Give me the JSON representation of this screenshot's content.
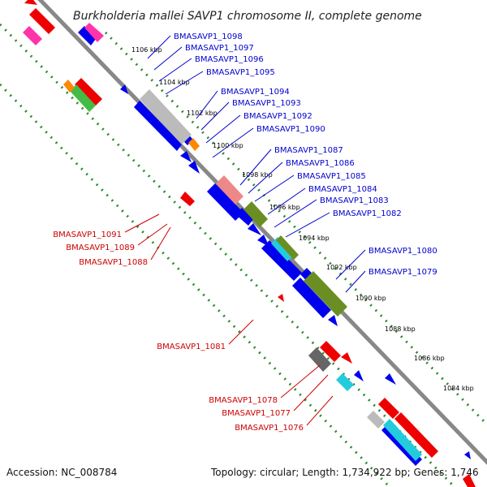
{
  "title": "Burkholderia mallei SAVP1 chromosome II, complete genome",
  "footer": {
    "accession": "Accession: NC_008784",
    "topology": "Topology: circular; Length: 1,734,922 bp; Genes: 1,746"
  },
  "ticks": [
    "1106 kbp",
    "1104 kbp",
    "1102 kbp",
    "1100 kbp",
    "1098 kbp",
    "1096 kbp",
    "1094 kbp",
    "1092 kbp",
    "1090 kbp",
    "1088 kbp",
    "1086 kbp",
    "1084 kbp"
  ],
  "forward_labels": [
    "BMASAVP1_1098",
    "BMASAVP1_1097",
    "BMASAVP1_1096",
    "BMASAVP1_1095",
    "BMASAVP1_1094",
    "BMASAVP1_1093",
    "BMASAVP1_1092",
    "BMASAVP1_1090",
    "BMASAVP1_1087",
    "BMASAVP1_1086",
    "BMASAVP1_1085",
    "BMASAVP1_1084",
    "BMASAVP1_1083",
    "BMASAVP1_1082",
    "BMASAVP1_1080",
    "BMASAVP1_1079"
  ],
  "reverse_labels": [
    "BMASAVP1_1091",
    "BMASAVP1_1089",
    "BMASAVP1_1088",
    "BMASAVP1_1081",
    "BMASAVP1_1078",
    "BMASAVP1_1077",
    "BMASAVP1_1076"
  ],
  "colors": {
    "forward_label": "#0000cc",
    "reverse_label": "#cc0000",
    "backbone": "#888888",
    "dotted_track": "#2a8a2a",
    "gene_blue": "#0000ee",
    "gene_red": "#ee0000",
    "gene_green": "#44bb44",
    "gene_olive": "#6b8e23",
    "gene_cyan": "#22ccdd",
    "gene_gray": "#bbbbbb",
    "gene_darkgray": "#666666",
    "gene_pink": "#ff33aa",
    "gene_salmon": "#ee8888",
    "gene_orange": "#ff8800"
  }
}
